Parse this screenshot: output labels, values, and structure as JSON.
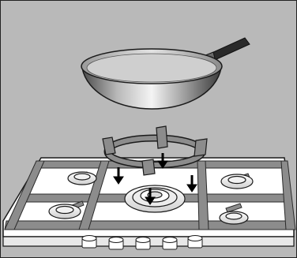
{
  "figure": {
    "type": "installation-diagram",
    "subject": "wok-support-ring-on-gas-hob",
    "palette": {
      "background": "#b9b9b9",
      "hob_surface": "#ffffff",
      "pan_grid": "#8c8c8c",
      "outline": "#1a1a1a",
      "arrow": "#000000"
    },
    "icons": [
      "wok-pan",
      "wok-support-ring",
      "down-arrow-icon",
      "gas-burner",
      "control-knob"
    ]
  }
}
